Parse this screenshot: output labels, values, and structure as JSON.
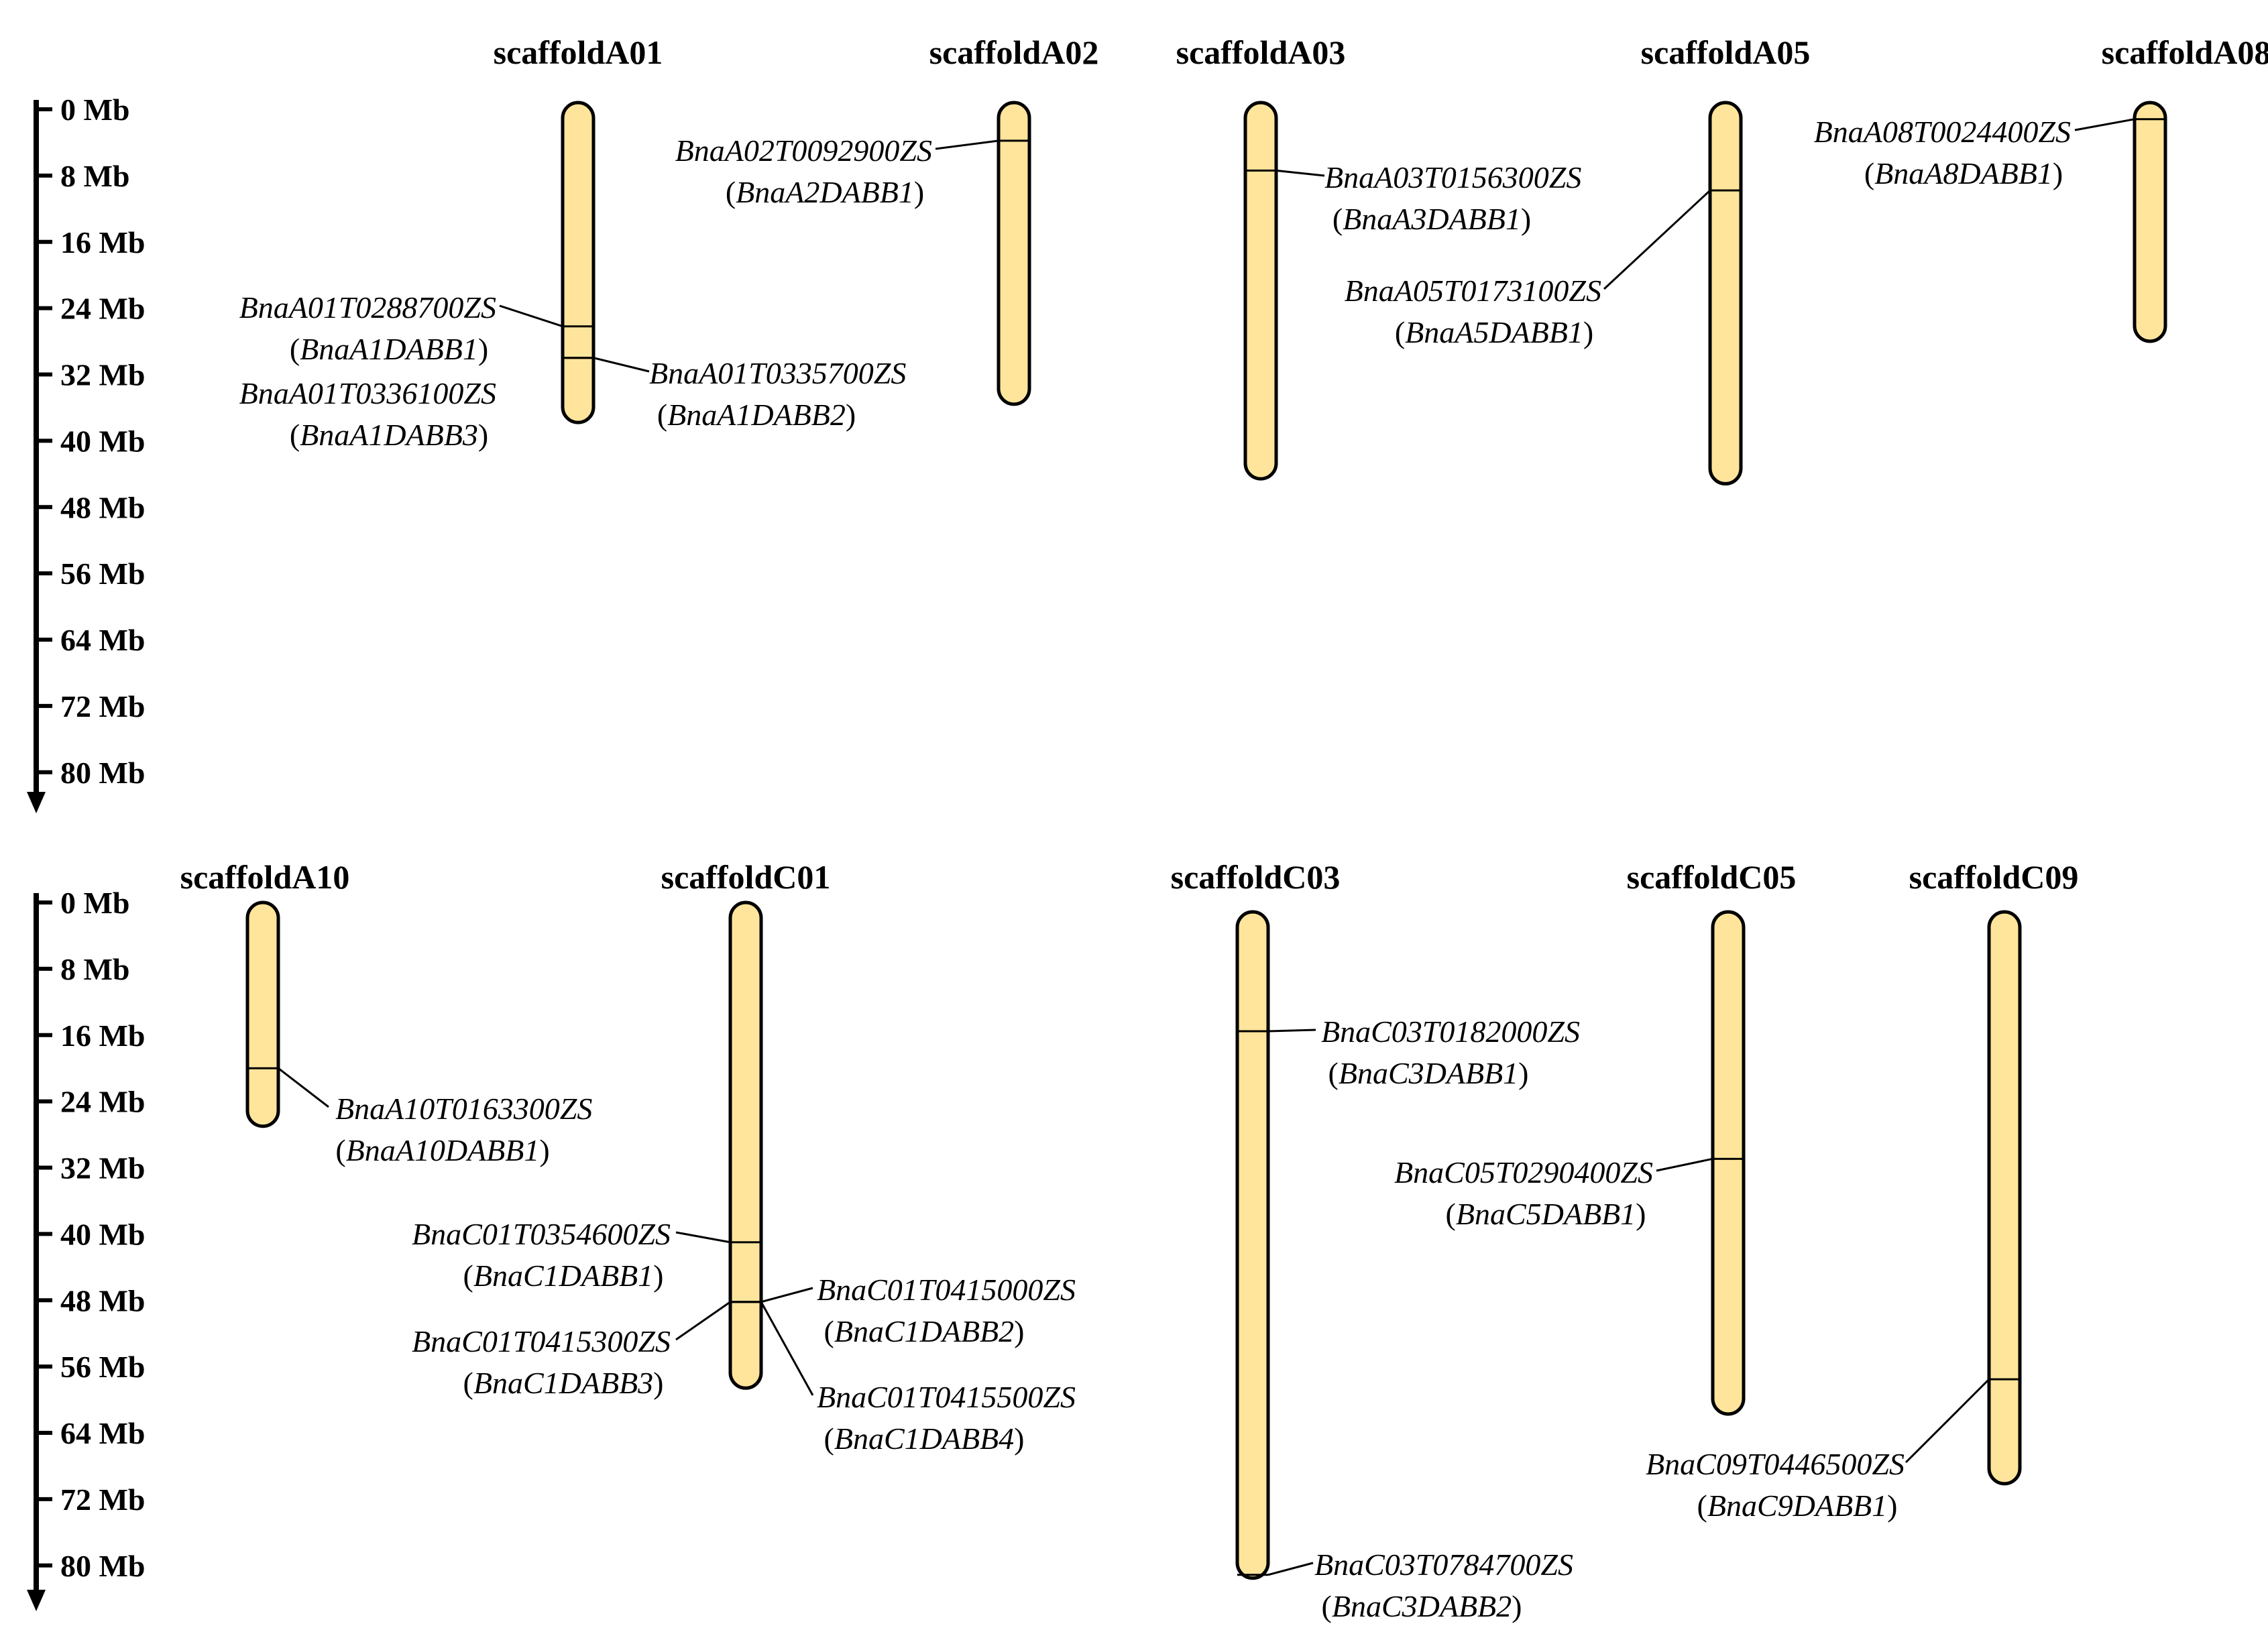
{
  "colors": {
    "chromosome_fill": "#FFE59B",
    "stroke": "#000000",
    "background": "#FFFFFF"
  },
  "scale": {
    "unit": "Mb",
    "ticks": [
      "0 Mb",
      "8 Mb",
      "16 Mb",
      "24 Mb",
      "32 Mb",
      "40 Mb",
      "48 Mb",
      "56 Mb",
      "64 Mb",
      "72 Mb",
      "80 Mb"
    ]
  },
  "panels": [
    {
      "id": "top",
      "chromosomes": [
        {
          "name": "scaffoldA01",
          "length_mb": 38.6,
          "genes": [
            {
              "locus": "BnaA01T0288700ZS",
              "gene": "BnaA1DABB1",
              "pos_mb": 27.0
            },
            {
              "locus": "BnaA01T0336100ZS",
              "gene": "BnaA1DABB3",
              "pos_mb": 30.8
            },
            {
              "locus": "BnaA01T0335700ZS",
              "gene": "BnaA1DABB2",
              "pos_mb": 30.8
            }
          ]
        },
        {
          "name": "scaffoldA02",
          "length_mb": 36.4,
          "genes": [
            {
              "locus": "BnaA02T0092900ZS",
              "gene": "BnaA2DABB1",
              "pos_mb": 4.6
            }
          ]
        },
        {
          "name": "scaffoldA03",
          "length_mb": 45.4,
          "genes": [
            {
              "locus": "BnaA03T0156300ZS",
              "gene": "BnaA3DABB1",
              "pos_mb": 8.2
            }
          ]
        },
        {
          "name": "scaffoldA05",
          "length_mb": 46.0,
          "genes": [
            {
              "locus": "BnaA05T0173100ZS",
              "gene": "BnaA5DABB1",
              "pos_mb": 10.6
            }
          ]
        },
        {
          "name": "scaffoldA08",
          "length_mb": 28.8,
          "genes": [
            {
              "locus": "BnaA08T0024400ZS",
              "gene": "BnaA8DABB1",
              "pos_mb": 2.0
            }
          ]
        }
      ]
    },
    {
      "id": "bottom",
      "chromosomes": [
        {
          "name": "scaffoldA10",
          "length_mb": 27.0,
          "genes": [
            {
              "locus": "BnaA10T0163300ZS",
              "gene": "BnaA10DABB1",
              "pos_mb": 20.0
            }
          ]
        },
        {
          "name": "scaffoldC01",
          "length_mb": 58.6,
          "genes": [
            {
              "locus": "BnaC01T0354600ZS",
              "gene": "BnaC1DABB1",
              "pos_mb": 41.0
            },
            {
              "locus": "BnaC01T0415300ZS",
              "gene": "BnaC1DABB3",
              "pos_mb": 48.2
            },
            {
              "locus": "BnaC01T0415000ZS",
              "gene": "BnaC1DABB2",
              "pos_mb": 48.2
            },
            {
              "locus": "BnaC01T0415500ZS",
              "gene": "BnaC1DABB4",
              "pos_mb": 48.2
            }
          ]
        },
        {
          "name": "scaffoldC03",
          "length_mb": 80.4,
          "genes": [
            {
              "locus": "BnaC03T0182000ZS",
              "gene": "BnaC3DABB1",
              "pos_mb": 14.4
            },
            {
              "locus": "BnaC03T0784700ZS",
              "gene": "BnaC3DABB2",
              "pos_mb": 80.0
            }
          ]
        },
        {
          "name": "scaffoldC05",
          "length_mb": 60.6,
          "genes": [
            {
              "locus": "BnaC05T0290400ZS",
              "gene": "BnaC5DABB1",
              "pos_mb": 29.8
            }
          ]
        },
        {
          "name": "scaffoldC09",
          "length_mb": 69.0,
          "genes": [
            {
              "locus": "BnaC09T0446500ZS",
              "gene": "BnaC9DABB1",
              "pos_mb": 56.4
            }
          ]
        }
      ]
    }
  ]
}
